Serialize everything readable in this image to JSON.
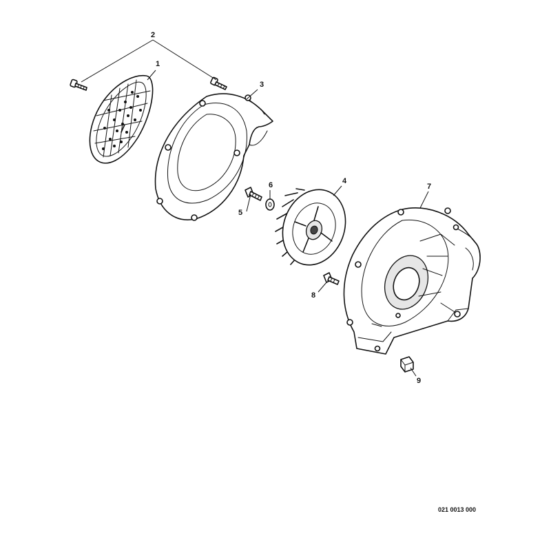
{
  "diagram": {
    "drawing_code": "021 0013 000",
    "callouts": [
      "1",
      "2",
      "3",
      "4",
      "5",
      "6",
      "7",
      "8",
      "9"
    ]
  }
}
